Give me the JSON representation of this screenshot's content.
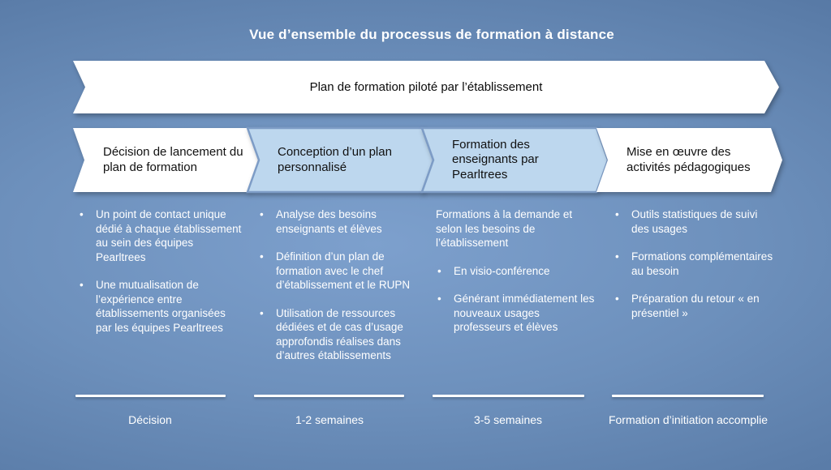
{
  "slide": {
    "title": "Vue d’ensemble du processus de formation à distance",
    "banner": "Plan de formation piloté par l’établissement"
  },
  "colors": {
    "background_center": "#7da0cd",
    "background_edge": "#44618c",
    "chevron_white_fill": "#ffffff",
    "chevron_blue_fill": "#bdd7ee",
    "chevron_blue_border": "#7d9cc6",
    "dark_text": "#111111",
    "light_text": "#ffffff"
  },
  "columns": [
    {
      "header": "Décision de lancement du plan de formation",
      "style": "white",
      "bullets": [
        "Un point de contact unique dédié à chaque établissement au sein des équipes Pearltrees",
        "Une mutualisation de l’expérience entre établissements organisées par les équipes Pearltrees"
      ],
      "footer": "Décision"
    },
    {
      "header": "Conception d’un plan personnalisé",
      "style": "blue",
      "bullets": [
        "Analyse des besoins enseignants et élèves",
        "Définition d’un plan de formation avec le chef d’établissement et le RUPN",
        "Utilisation de ressources dédiées et de cas d’usage approfondis réalises dans d’autres établissements"
      ],
      "footer": "1-2 semaines"
    },
    {
      "header": "Formation des enseignants par Pearltrees",
      "style": "blue",
      "intro": "Formations à la demande et selon les besoins de l’établissement",
      "bullets": [
        "En visio-conférence",
        "Générant immédiatement  les nouveaux usages professeurs et  élèves"
      ],
      "footer": "3-5 semaines"
    },
    {
      "header": "Mise en œuvre des activités pédagogiques",
      "style": "white",
      "bullets": [
        "Outils statistiques de suivi des usages",
        "Formations complémentaires au besoin",
        "Préparation du retour « en présentiel »"
      ],
      "footer": "Formation d’initiation accomplie"
    }
  ]
}
